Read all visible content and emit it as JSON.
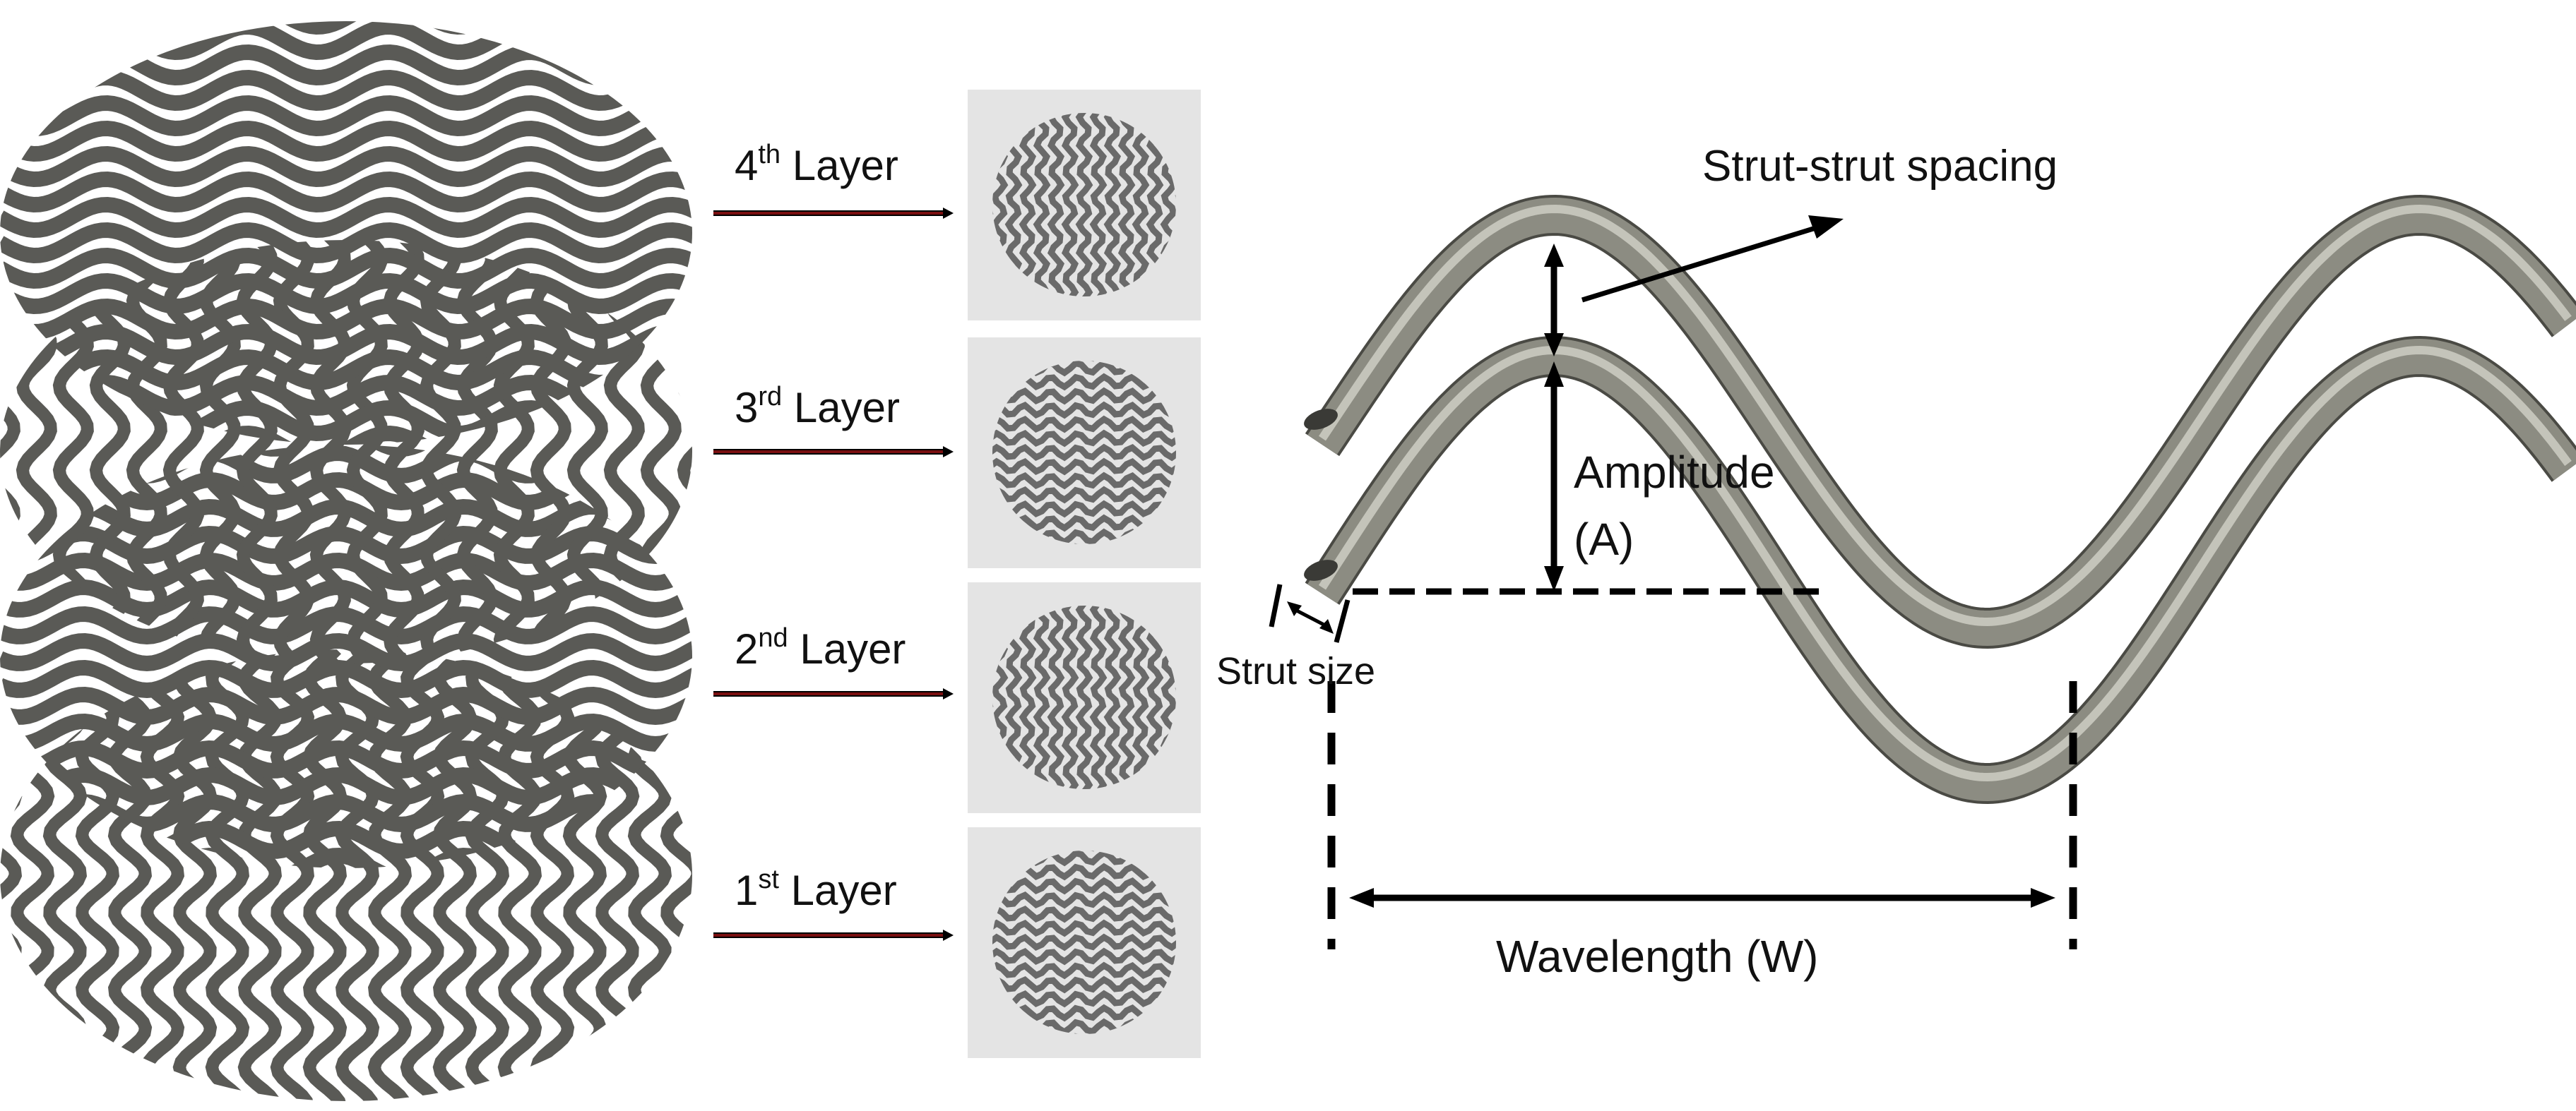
{
  "layers": [
    {
      "ord": "4",
      "sup": "th",
      "word": "Layer"
    },
    {
      "ord": "3",
      "sup": "rd",
      "word": "Layer"
    },
    {
      "ord": "2",
      "sup": "nd",
      "word": "Layer"
    },
    {
      "ord": "1",
      "sup": "st",
      "word": "Layer"
    }
  ],
  "annotations": {
    "strut_spacing": "Strut-strut spacing",
    "amplitude": "Amplitude",
    "amplitude_symbol": "(A)",
    "strut_size": "Strut size",
    "wavelength": "Wavelength (W)"
  },
  "colors": {
    "strut": "#5a5a56",
    "strut_tube": "#8a8a80",
    "arrow": "#7a0f10",
    "thumbnail_bg": "#e4e4e4",
    "line": "#000000"
  }
}
